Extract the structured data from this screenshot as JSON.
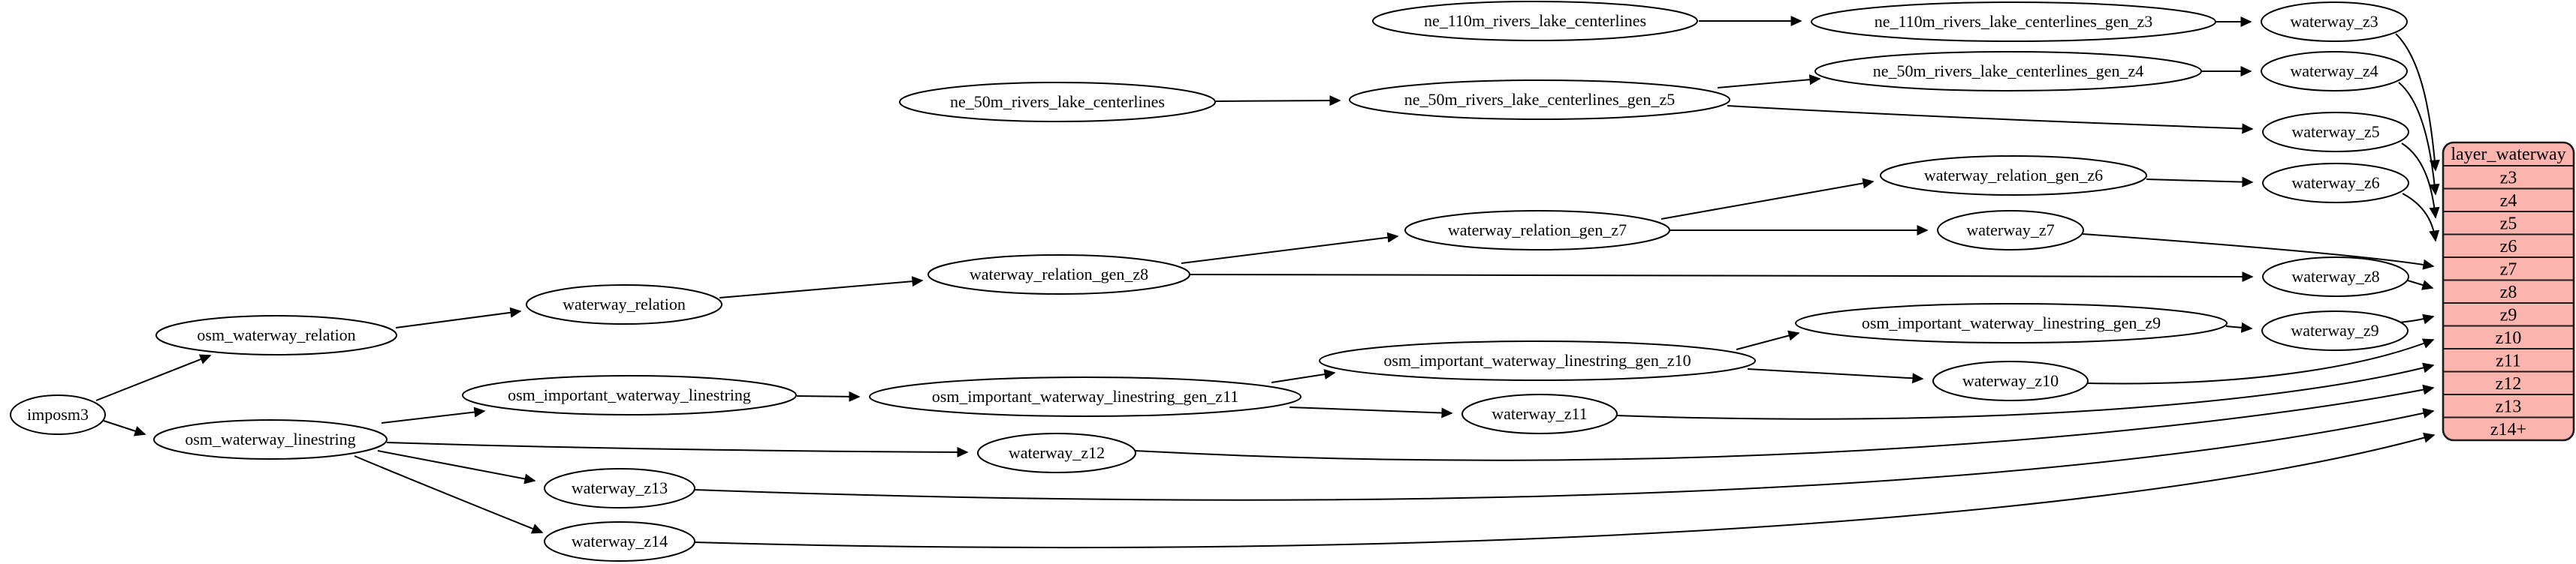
{
  "colors": {
    "background": "#ffffff",
    "node_fill": "#ffffff",
    "node_stroke": "#000000",
    "edge": "#000000",
    "record_fill": "#fbb4ae",
    "record_stroke": "#1c1c1c"
  },
  "nodes": {
    "ne_110m_rivers_lake_centerlines": "ne_110m_rivers_lake_centerlines",
    "ne_110m_rivers_lake_centerlines_gen_z3": "ne_110m_rivers_lake_centerlines_gen_z3",
    "waterway_z3": "waterway_z3",
    "ne_50m_rivers_lake_centerlines_gen_z4": "ne_50m_rivers_lake_centerlines_gen_z4",
    "waterway_z4": "waterway_z4",
    "ne_50m_rivers_lake_centerlines": "ne_50m_rivers_lake_centerlines",
    "ne_50m_rivers_lake_centerlines_gen_z5": "ne_50m_rivers_lake_centerlines_gen_z5",
    "waterway_z5": "waterway_z5",
    "waterway_relation_gen_z6": "waterway_relation_gen_z6",
    "waterway_z6": "waterway_z6",
    "waterway_relation_gen_z7": "waterway_relation_gen_z7",
    "waterway_z7": "waterway_z7",
    "waterway_relation_gen_z8": "waterway_relation_gen_z8",
    "waterway_z8": "waterway_z8",
    "waterway_relation": "waterway_relation",
    "osm_waterway_relation": "osm_waterway_relation",
    "osm_important_waterway_linestring_gen_z9": "osm_important_waterway_linestring_gen_z9",
    "waterway_z9": "waterway_z9",
    "osm_important_waterway_linestring_gen_z10": "osm_important_waterway_linestring_gen_z10",
    "waterway_z10": "waterway_z10",
    "osm_important_waterway_linestring": "osm_important_waterway_linestring",
    "osm_important_waterway_linestring_gen_z11": "osm_important_waterway_linestring_gen_z11",
    "waterway_z11": "waterway_z11",
    "imposm3": "imposm3",
    "osm_waterway_linestring": "osm_waterway_linestring",
    "waterway_z12": "waterway_z12",
    "waterway_z13": "waterway_z13",
    "waterway_z14": "waterway_z14"
  },
  "record": {
    "title": "layer_waterway",
    "rows": [
      "z3",
      "z4",
      "z5",
      "z6",
      "z7",
      "z8",
      "z9",
      "z10",
      "z11",
      "z12",
      "z13",
      "z14+"
    ]
  },
  "edges": [
    {
      "from": "ne_110m_rivers_lake_centerlines",
      "to": "ne_110m_rivers_lake_centerlines_gen_z3"
    },
    {
      "from": "ne_110m_rivers_lake_centerlines_gen_z3",
      "to": "waterway_z3"
    },
    {
      "from": "ne_50m_rivers_lake_centerlines",
      "to": "ne_50m_rivers_lake_centerlines_gen_z5"
    },
    {
      "from": "ne_50m_rivers_lake_centerlines_gen_z5",
      "to": "ne_50m_rivers_lake_centerlines_gen_z4"
    },
    {
      "from": "ne_50m_rivers_lake_centerlines_gen_z5",
      "to": "waterway_z5"
    },
    {
      "from": "ne_50m_rivers_lake_centerlines_gen_z4",
      "to": "waterway_z4"
    },
    {
      "from": "imposm3",
      "to": "osm_waterway_relation"
    },
    {
      "from": "imposm3",
      "to": "osm_waterway_linestring"
    },
    {
      "from": "osm_waterway_relation",
      "to": "waterway_relation"
    },
    {
      "from": "waterway_relation",
      "to": "waterway_relation_gen_z8"
    },
    {
      "from": "waterway_relation_gen_z8",
      "to": "waterway_relation_gen_z7"
    },
    {
      "from": "waterway_relation_gen_z8",
      "to": "waterway_z8"
    },
    {
      "from": "waterway_relation_gen_z7",
      "to": "waterway_relation_gen_z6"
    },
    {
      "from": "waterway_relation_gen_z7",
      "to": "waterway_z7"
    },
    {
      "from": "waterway_relation_gen_z6",
      "to": "waterway_z6"
    },
    {
      "from": "osm_waterway_linestring",
      "to": "osm_important_waterway_linestring"
    },
    {
      "from": "osm_waterway_linestring",
      "to": "waterway_z12"
    },
    {
      "from": "osm_waterway_linestring",
      "to": "waterway_z13"
    },
    {
      "from": "osm_waterway_linestring",
      "to": "waterway_z14"
    },
    {
      "from": "osm_important_waterway_linestring",
      "to": "osm_important_waterway_linestring_gen_z11"
    },
    {
      "from": "osm_important_waterway_linestring_gen_z11",
      "to": "osm_important_waterway_linestring_gen_z10"
    },
    {
      "from": "osm_important_waterway_linestring_gen_z11",
      "to": "waterway_z11"
    },
    {
      "from": "osm_important_waterway_linestring_gen_z10",
      "to": "osm_important_waterway_linestring_gen_z9"
    },
    {
      "from": "osm_important_waterway_linestring_gen_z10",
      "to": "waterway_z10"
    },
    {
      "from": "osm_important_waterway_linestring_gen_z9",
      "to": "waterway_z9"
    },
    {
      "from": "waterway_z3",
      "to": "layer_waterway.z3"
    },
    {
      "from": "waterway_z4",
      "to": "layer_waterway.z4"
    },
    {
      "from": "waterway_z5",
      "to": "layer_waterway.z5"
    },
    {
      "from": "waterway_z6",
      "to": "layer_waterway.z6"
    },
    {
      "from": "waterway_z7",
      "to": "layer_waterway.z7"
    },
    {
      "from": "waterway_z8",
      "to": "layer_waterway.z8"
    },
    {
      "from": "waterway_z9",
      "to": "layer_waterway.z9"
    },
    {
      "from": "waterway_z10",
      "to": "layer_waterway.z10"
    },
    {
      "from": "waterway_z11",
      "to": "layer_waterway.z11"
    },
    {
      "from": "waterway_z12",
      "to": "layer_waterway.z12"
    },
    {
      "from": "waterway_z13",
      "to": "layer_waterway.z13"
    },
    {
      "from": "waterway_z14",
      "to": "layer_waterway.z14+"
    }
  ]
}
